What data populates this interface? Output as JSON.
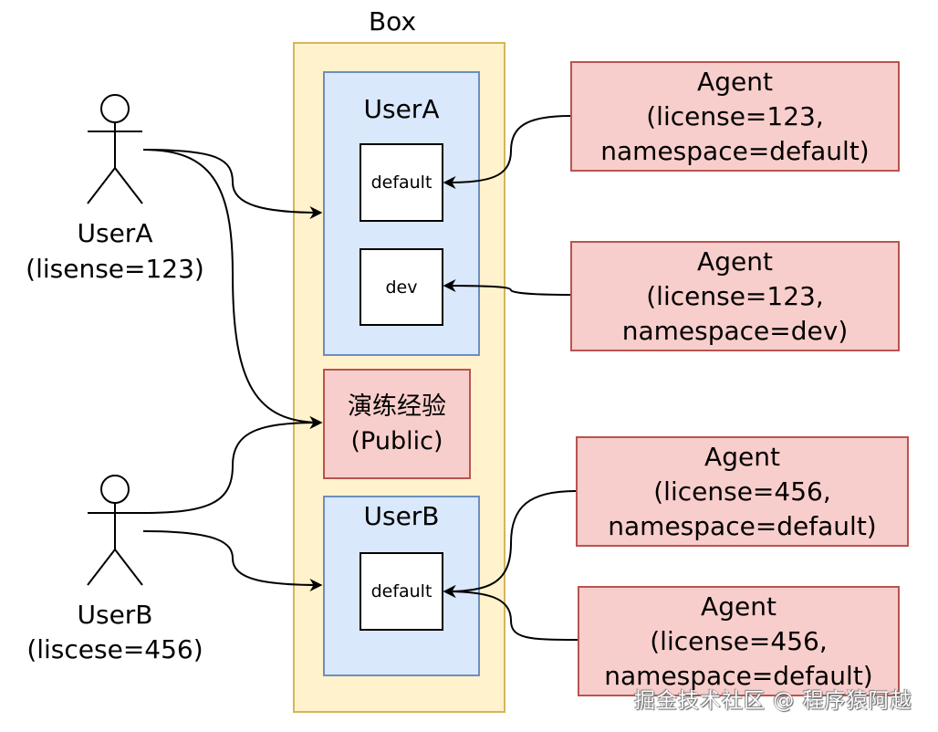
{
  "title": "Box",
  "colors": {
    "outer_fill": "#fff2cc",
    "outer_stroke": "#d6b656",
    "user_fill": "#dae8fc",
    "user_stroke": "#6c8ebf",
    "agent_fill": "#f8cecc",
    "agent_stroke": "#b85450",
    "namespace_fill": "#ffffff"
  },
  "actors": [
    {
      "id": "actor-usera",
      "name": "UserA",
      "detail": "(lisense=123)"
    },
    {
      "id": "actor-userb",
      "name": "UserB",
      "detail": "(liscese=456)"
    }
  ],
  "containers": [
    {
      "id": "container-usera",
      "title": "UserA",
      "namespaces": [
        "default",
        "dev"
      ]
    },
    {
      "id": "container-userb",
      "title": "UserB",
      "namespaces": [
        "default"
      ]
    }
  ],
  "public": {
    "line1": "演练经验",
    "line2": "(Public)"
  },
  "agents": [
    {
      "title": "Agent",
      "license": "(license=123,",
      "namespace": "namespace=default)"
    },
    {
      "title": "Agent",
      "license": "(license=123,",
      "namespace": "namespace=dev)"
    },
    {
      "title": "Agent",
      "license": "(license=456,",
      "namespace": "namespace=default)"
    },
    {
      "title": "Agent",
      "license": "(license=456,",
      "namespace": "namespace=default)"
    }
  ],
  "edges": [
    {
      "from": "UserA",
      "to": "UserA container"
    },
    {
      "from": "UserA",
      "to": "演练经验 (Public)"
    },
    {
      "from": "UserB",
      "to": "演练经验 (Public)"
    },
    {
      "from": "UserB",
      "to": "UserB container"
    },
    {
      "from": "Agent (license=123, namespace=default)",
      "to": "UserA/default"
    },
    {
      "from": "Agent (license=123, namespace=dev)",
      "to": "UserA/dev"
    },
    {
      "from": "Agent (license=456, namespace=default)",
      "to": "UserB/default"
    },
    {
      "from": "Agent (license=456, namespace=default)",
      "to": "UserB/default"
    }
  ],
  "watermark": "掘金技术社区 @ 程序猿阿越"
}
